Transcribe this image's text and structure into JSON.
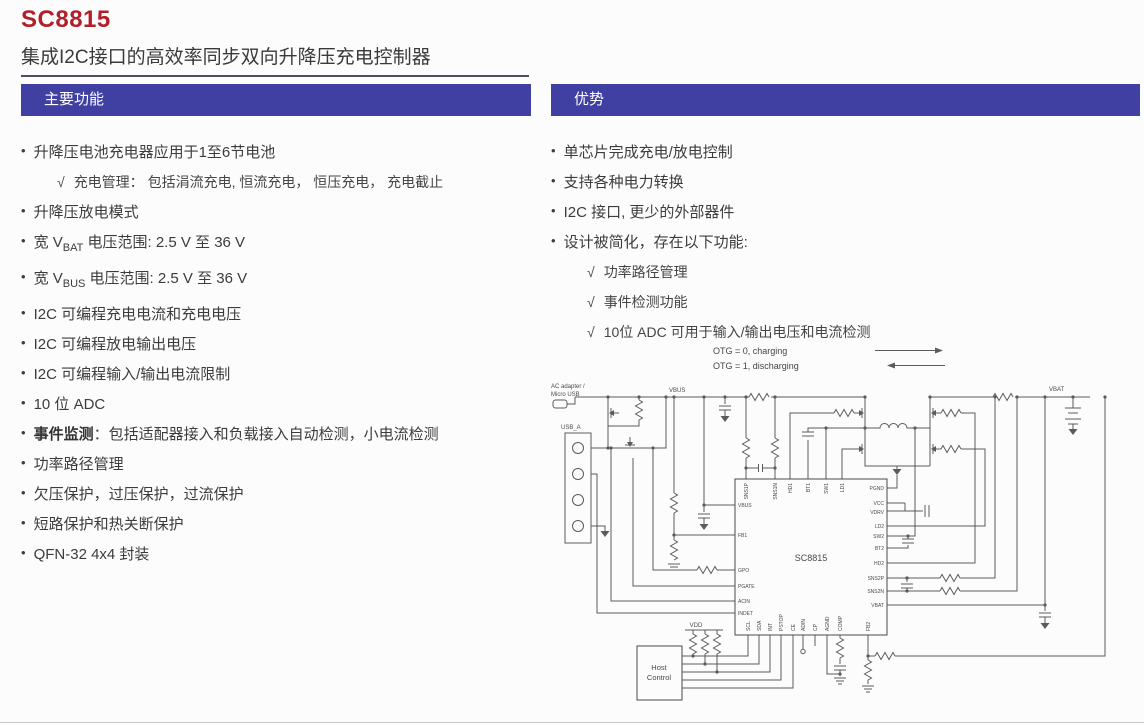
{
  "page": {
    "title": "SC8815",
    "subtitle": "集成I2C接口的高效率同步双向升降压充电控制器"
  },
  "ui": {
    "bullet": "•",
    "check": "√"
  },
  "colors": {
    "banner": "#403fa2",
    "title_red": "#b12028"
  },
  "features": {
    "header": "主要功能",
    "items": [
      {
        "text": "升降压电池充电器应用于1至6节电池"
      },
      {
        "text": "升降压放电模式"
      },
      {
        "pre": "宽 V",
        "sub": "BAT",
        "post": " 电压范围: 2.5 V 至 36 V"
      },
      {
        "pre": "宽 V",
        "sub": "BUS",
        "post": " 电压范围: 2.5 V 至 36 V"
      },
      {
        "text": "I2C 可编程充电电流和充电电压"
      },
      {
        "text": "I2C 可编程放电输出电压"
      },
      {
        "text": "I2C 可编程输入/输出电流限制"
      },
      {
        "text": "10 位 ADC"
      },
      {
        "bold": "事件监测",
        "text": "：包括适配器接入和负载接入自动检测，小电流检测"
      },
      {
        "text": "功率路径管理"
      },
      {
        "text": "欠压保护，过压保护，过流保护"
      },
      {
        "text": "短路保护和热关断保护"
      },
      {
        "text": "QFN-32 4x4 封装"
      }
    ],
    "sub_item": {
      "label": "充电管理：",
      "text": " 包括涓流充电, 恒流充电， 恒压充电， 充电截止"
    }
  },
  "advantages": {
    "header": "优势",
    "items": [
      {
        "text": "单芯片完成充电/放电控制"
      },
      {
        "text": "支持各种电力转换"
      },
      {
        "text": "I2C 接口, 更少的外部器件"
      },
      {
        "text": "设计被简化，存在以下功能:"
      }
    ],
    "sub_items": [
      {
        "text": "功率路径管理"
      },
      {
        "text": "事件检测功能"
      },
      {
        "text": "10位 ADC 可用于输入/输出电压和电流检测"
      }
    ]
  },
  "legend": {
    "line1": "OTG  = 0, charging",
    "line2": "OTG = 1, discharging"
  },
  "diagram": {
    "ac_adapter_line1": "AC adapter /",
    "ac_adapter_line2": "Micro USB",
    "usb_label": "USB_A",
    "vbus": "VBUS",
    "vbat": "VBAT",
    "vdd": "VDD",
    "ic_name": "SC8815",
    "host_line1": "Host",
    "host_line2": "Control",
    "pins": {
      "top": [
        "SNS1P",
        "SNS1N",
        "HD1",
        "BT1",
        "SW1",
        "LD1"
      ],
      "left": [
        "VBUS",
        "FB1",
        "GPO",
        "PGATE",
        "ACIN",
        "INDET"
      ],
      "right": [
        "PGND",
        "VCC",
        "VDRV",
        "LD2",
        "SW2",
        "BT2",
        "HD2",
        "SNS2P",
        "SNS2N",
        "VBAT"
      ],
      "bottom": [
        "SCL",
        "SDA",
        "INT",
        "PSTOP",
        "CE",
        "ADIN",
        "CP",
        "AGND",
        "COMP",
        "FB2"
      ]
    }
  }
}
